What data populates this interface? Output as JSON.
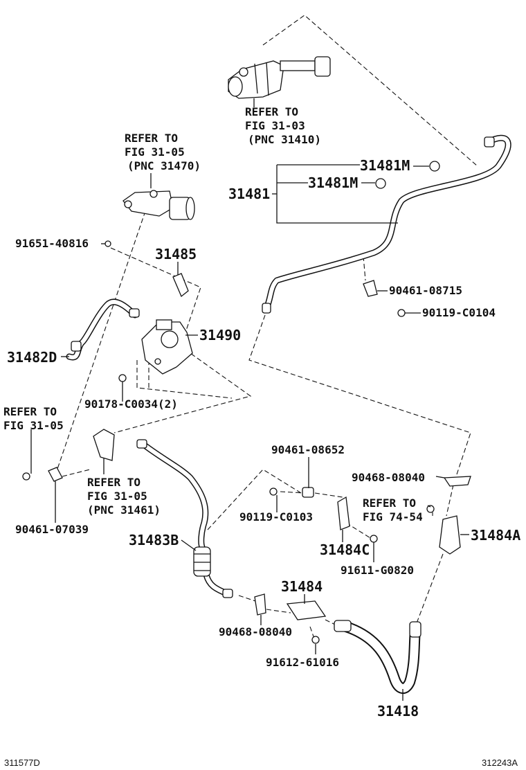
{
  "refs": {
    "master_cyl": [
      "REFER TO",
      "FIG 31-03",
      "(PNC 31410)"
    ],
    "release_cyl": [
      "REFER TO",
      "FIG 31-05",
      "(PNC 31470)"
    ],
    "left_fig": [
      "REFER TO",
      "FIG 31-05"
    ],
    "lever": [
      "REFER TO",
      "FIG 31-05",
      "(PNC 31461)"
    ],
    "fig74": [
      "REFER TO",
      "FIG 74-54"
    ]
  },
  "parts": {
    "p31481m_a": "31481M",
    "p31481m_b": "31481M",
    "p31481": "31481",
    "p91651": "91651-40816",
    "p31485": "31485",
    "p90461_08715": "90461-08715",
    "p90119_c0104": "90119-C0104",
    "p31490": "31490",
    "p31482d": "31482D",
    "p90178": "90178-C0034(2)",
    "p90461_08652": "90461-08652",
    "p90468_08040_r": "90468-08040",
    "p90119_c0103": "90119-C0103",
    "p31484a": "31484A",
    "p31484c": "31484C",
    "p91611": "91611-G0820",
    "p90461_07039": "90461-07039",
    "p31483b": "31483B",
    "p31484": "31484",
    "p90468_08040_l": "90468-08040",
    "p91612": "91612-61016",
    "p31418": "31418"
  },
  "footer": {
    "left_code": "311577D",
    "right_code": "312243A"
  }
}
